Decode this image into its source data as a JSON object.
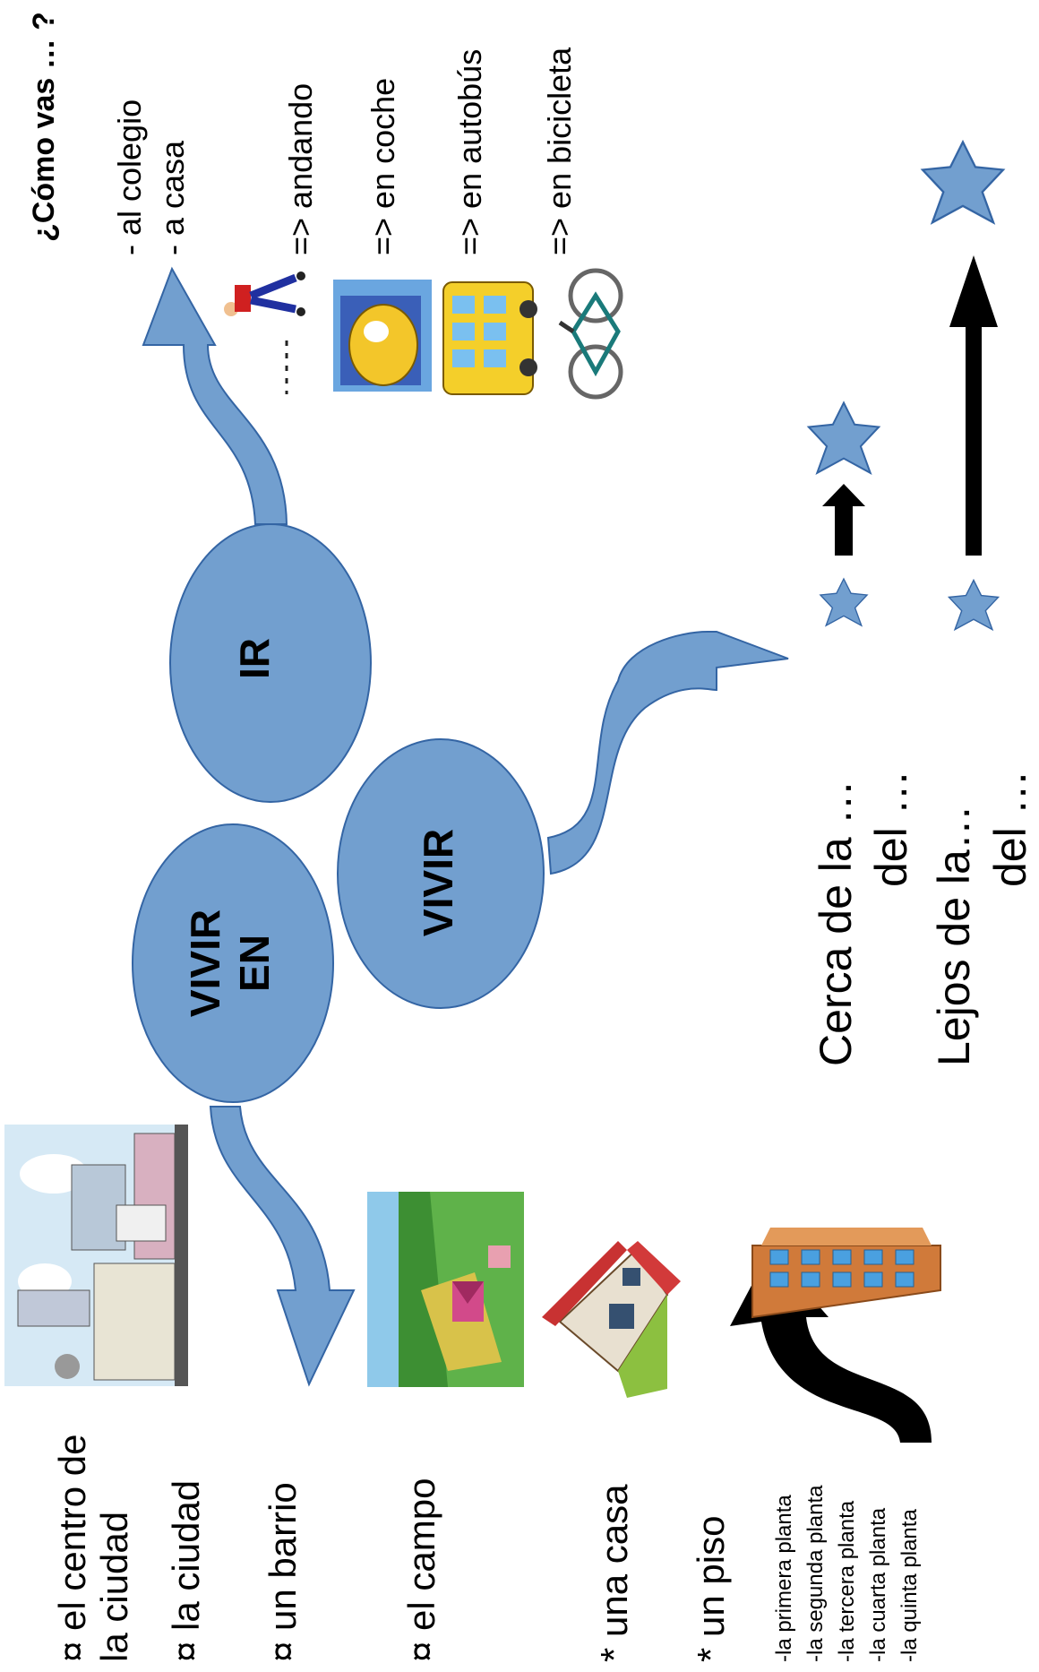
{
  "colors": {
    "shape_fill": "#729fcf",
    "shape_stroke": "#3465a4",
    "text": "#000000",
    "black_arrow": "#000000"
  },
  "bubbles": {
    "vivir_en_line1": "VIVIR",
    "vivir_en_line2": "EN",
    "vivir": "VIVIR",
    "ir": "IR"
  },
  "ir_section": {
    "question": "¿Cómo vas … ?",
    "destinations": [
      "- al colegio",
      "- a casa"
    ],
    "modes": [
      "=> andando",
      "=> en coche",
      "=> en autobús",
      "=> en bicicleta"
    ]
  },
  "vivir_section": {
    "near_line1": "Cerca de la …",
    "near_line2": "del …",
    "far_line1": "Lejos de la…",
    "far_line2": "del …"
  },
  "vivir_en_section": {
    "places": [
      "¤ el centro de",
      "la ciudad",
      "¤ la ciudad",
      "¤ un barrio",
      "¤ el campo"
    ],
    "homes": [
      "* una casa",
      "* un piso"
    ],
    "floors": [
      "-la primera planta",
      "-la segunda planta",
      "-la tercera planta",
      "-la cuarta planta",
      "-la quinta planta"
    ]
  },
  "icons": [
    "city-illustration",
    "countryside-illustration",
    "house-illustration",
    "apartment-building-illustration",
    "walking-person-illustration",
    "car-illustration",
    "school-bus-illustration",
    "bicycle-illustration",
    "star-icon"
  ]
}
